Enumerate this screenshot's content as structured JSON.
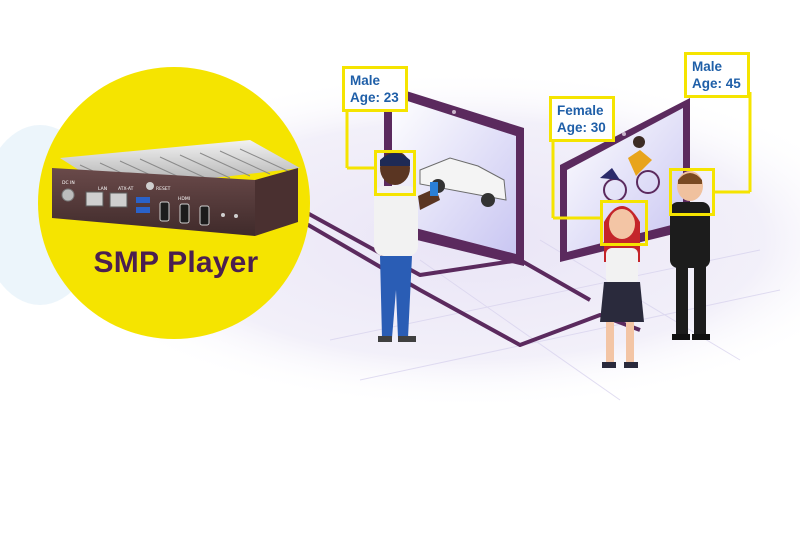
{
  "player": {
    "title": "SMP Player",
    "port_labels": [
      "DC IN",
      "LAN",
      "ATX-AT",
      "RESET",
      "HDMI"
    ]
  },
  "detections": [
    {
      "gender": "Male",
      "age": "Age: 23"
    },
    {
      "gender": "Female",
      "age": "Age: 30"
    },
    {
      "gender": "Male",
      "age": "Age: 45"
    }
  ],
  "colors": {
    "highlight_yellow": "#f5e400",
    "cable_purple": "#5b2a5e",
    "title_purple": "#4b1f4f",
    "tag_text_blue": "#1f5fa8"
  }
}
